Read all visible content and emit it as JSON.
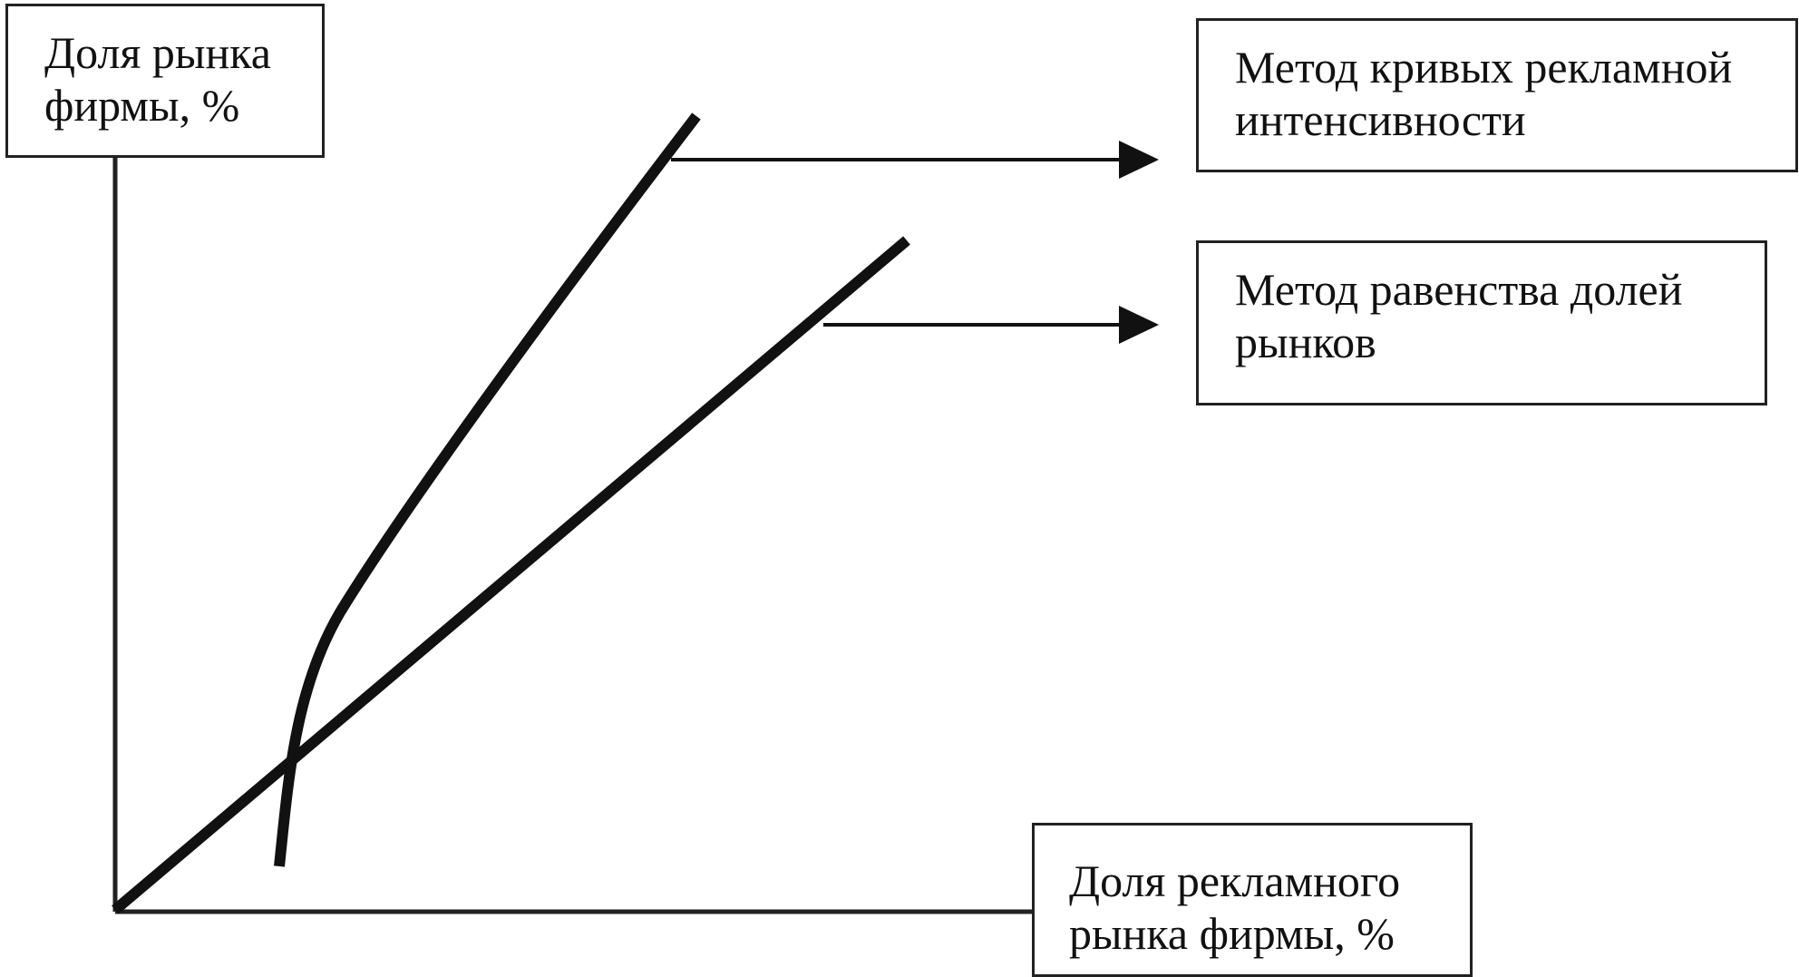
{
  "y_axis_label": {
    "line1": "Доля рынка",
    "line2": "фирмы, %"
  },
  "x_axis_label": {
    "line1": "Доля рекламного",
    "line2": "рынка фирмы, %"
  },
  "method_curves": {
    "line1": "Метод кривых рекламной",
    "line2": "интенсивности"
  },
  "method_equal": {
    "line1": "Метод равенства долей",
    "line2": "рынков"
  },
  "colors": {
    "ink": "#111111",
    "axis": "#222222",
    "background": "#ffffff"
  }
}
